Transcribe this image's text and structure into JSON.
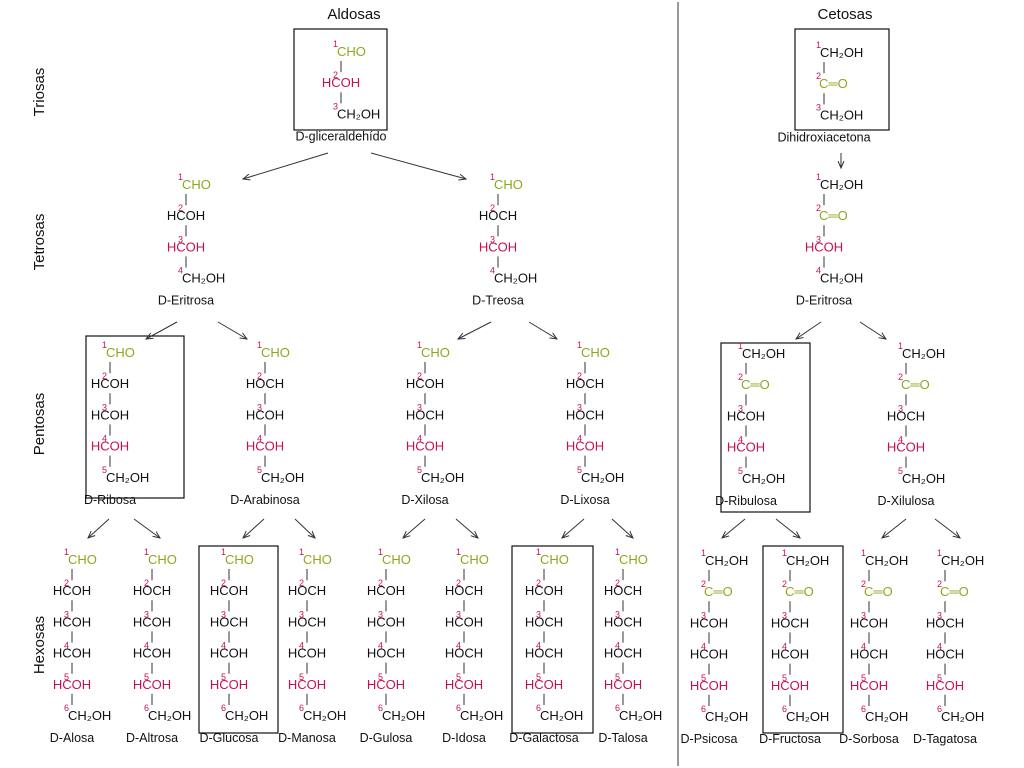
{
  "headers": {
    "aldoses": "Aldosas",
    "ketoses": "Cetosas"
  },
  "row_labels": {
    "trioses": "Triosas",
    "tetroses": "Tetrosas",
    "pentoses": "Pentosas",
    "hexoses": "Hexosas"
  },
  "colors": {
    "carbonyl": "#8aaa1c",
    "chiral": "#c8104a",
    "number": "#c8104a",
    "text": "#111111",
    "line": "#333333"
  },
  "symbols": {
    "aldehyde": "CHO",
    "ketone": "C═O",
    "right_oh": "HCOH",
    "left_oh": "HOCH",
    "terminal": "CH₂OH",
    "top_ketose": "CH₂OH"
  },
  "structures": [
    {
      "id": "D-glyceraldehyde",
      "name": "D-gliceraldehído",
      "class": "aldose",
      "boxed": true,
      "carbons": [
        "CHO",
        "R*",
        "T"
      ]
    },
    {
      "id": "D-erythrose-aldo",
      "name": "D-Eritrosa",
      "class": "aldose",
      "boxed": false,
      "carbons": [
        "CHO",
        "R",
        "R*",
        "T"
      ]
    },
    {
      "id": "D-threose",
      "name": "D-Treosa",
      "class": "aldose",
      "boxed": false,
      "carbons": [
        "CHO",
        "L",
        "R*",
        "T"
      ]
    },
    {
      "id": "D-ribose",
      "name": "D-Ribosa",
      "class": "aldose",
      "boxed": true,
      "carbons": [
        "CHO",
        "R",
        "R",
        "R*",
        "T"
      ]
    },
    {
      "id": "D-arabinose",
      "name": "D-Arabinosa",
      "class": "aldose",
      "boxed": false,
      "carbons": [
        "CHO",
        "L",
        "R",
        "R*",
        "T"
      ]
    },
    {
      "id": "D-xylose",
      "name": "D-Xilosa",
      "class": "aldose",
      "boxed": false,
      "carbons": [
        "CHO",
        "R",
        "L",
        "R*",
        "T"
      ]
    },
    {
      "id": "D-lyxose",
      "name": "D-Lixosa",
      "class": "aldose",
      "boxed": false,
      "carbons": [
        "CHO",
        "L",
        "L",
        "R*",
        "T"
      ]
    },
    {
      "id": "D-allose",
      "name": "D-Alosa",
      "class": "aldose",
      "boxed": false,
      "carbons": [
        "CHO",
        "R",
        "R",
        "R",
        "R*",
        "T"
      ]
    },
    {
      "id": "D-altrose",
      "name": "D-Altrosa",
      "class": "aldose",
      "boxed": false,
      "carbons": [
        "CHO",
        "L",
        "R",
        "R",
        "R*",
        "T"
      ]
    },
    {
      "id": "D-glucose",
      "name": "D-Glucosa",
      "class": "aldose",
      "boxed": true,
      "carbons": [
        "CHO",
        "R",
        "L",
        "R",
        "R*",
        "T"
      ]
    },
    {
      "id": "D-mannose",
      "name": "D-Manosa",
      "class": "aldose",
      "boxed": false,
      "carbons": [
        "CHO",
        "L",
        "L",
        "R",
        "R*",
        "T"
      ]
    },
    {
      "id": "D-gulose",
      "name": "D-Gulosa",
      "class": "aldose",
      "boxed": false,
      "carbons": [
        "CHO",
        "R",
        "R",
        "L",
        "R*",
        "T"
      ]
    },
    {
      "id": "D-idose",
      "name": "D-Idosa",
      "class": "aldose",
      "boxed": false,
      "carbons": [
        "CHO",
        "L",
        "R",
        "L",
        "R*",
        "T"
      ]
    },
    {
      "id": "D-galactose",
      "name": "D-Galactosa",
      "class": "aldose",
      "boxed": true,
      "carbons": [
        "CHO",
        "R",
        "L",
        "L",
        "R*",
        "T"
      ]
    },
    {
      "id": "D-talose",
      "name": "D-Talosa",
      "class": "aldose",
      "boxed": false,
      "carbons": [
        "CHO",
        "L",
        "L",
        "L",
        "R*",
        "T"
      ]
    },
    {
      "id": "dihydroxyacetone",
      "name": "Dihidroxiacetona",
      "class": "ketose",
      "boxed": true,
      "carbons": [
        "T",
        "CO",
        "T"
      ]
    },
    {
      "id": "D-erythrulose",
      "name": "D-Eritrosa",
      "class": "ketose",
      "boxed": false,
      "carbons": [
        "T",
        "CO",
        "R*",
        "T"
      ]
    },
    {
      "id": "D-ribulose",
      "name": "D-Ribulosa",
      "class": "ketose",
      "boxed": true,
      "carbons": [
        "T",
        "CO",
        "R",
        "R*",
        "T"
      ]
    },
    {
      "id": "D-xylulose",
      "name": "D-Xilulosa",
      "class": "ketose",
      "boxed": false,
      "carbons": [
        "T",
        "CO",
        "L",
        "R*",
        "T"
      ]
    },
    {
      "id": "D-psicose",
      "name": "D-Psicosa",
      "class": "ketose",
      "boxed": false,
      "carbons": [
        "T",
        "CO",
        "R",
        "R",
        "R*",
        "T"
      ]
    },
    {
      "id": "D-fructose",
      "name": "D-Fructosa",
      "class": "ketose",
      "boxed": true,
      "carbons": [
        "T",
        "CO",
        "L",
        "R",
        "R*",
        "T"
      ]
    },
    {
      "id": "D-sorbose",
      "name": "D-Sorbosa",
      "class": "ketose",
      "boxed": false,
      "carbons": [
        "T",
        "CO",
        "R",
        "L",
        "R*",
        "T"
      ]
    },
    {
      "id": "D-tagatose",
      "name": "D-Tagatosa",
      "class": "ketose",
      "boxed": false,
      "carbons": [
        "T",
        "CO",
        "L",
        "L",
        "R*",
        "T"
      ]
    }
  ],
  "edges": [
    [
      "D-glyceraldehyde",
      "D-erythrose-aldo"
    ],
    [
      "D-glyceraldehyde",
      "D-threose"
    ],
    [
      "D-erythrose-aldo",
      "D-ribose"
    ],
    [
      "D-erythrose-aldo",
      "D-arabinose"
    ],
    [
      "D-threose",
      "D-xylose"
    ],
    [
      "D-threose",
      "D-lyxose"
    ],
    [
      "D-ribose",
      "D-allose"
    ],
    [
      "D-ribose",
      "D-altrose"
    ],
    [
      "D-arabinose",
      "D-glucose"
    ],
    [
      "D-arabinose",
      "D-mannose"
    ],
    [
      "D-xylose",
      "D-gulose"
    ],
    [
      "D-xylose",
      "D-idose"
    ],
    [
      "D-lyxose",
      "D-galactose"
    ],
    [
      "D-lyxose",
      "D-talose"
    ],
    [
      "dihydroxyacetone",
      "D-erythrulose"
    ],
    [
      "D-erythrulose",
      "D-ribulose"
    ],
    [
      "D-erythrulose",
      "D-xylulose"
    ],
    [
      "D-ribulose",
      "D-psicose"
    ],
    [
      "D-ribulose",
      "D-fructose"
    ],
    [
      "D-xylulose",
      "D-sorbose"
    ],
    [
      "D-xylulose",
      "D-tagatose"
    ]
  ]
}
